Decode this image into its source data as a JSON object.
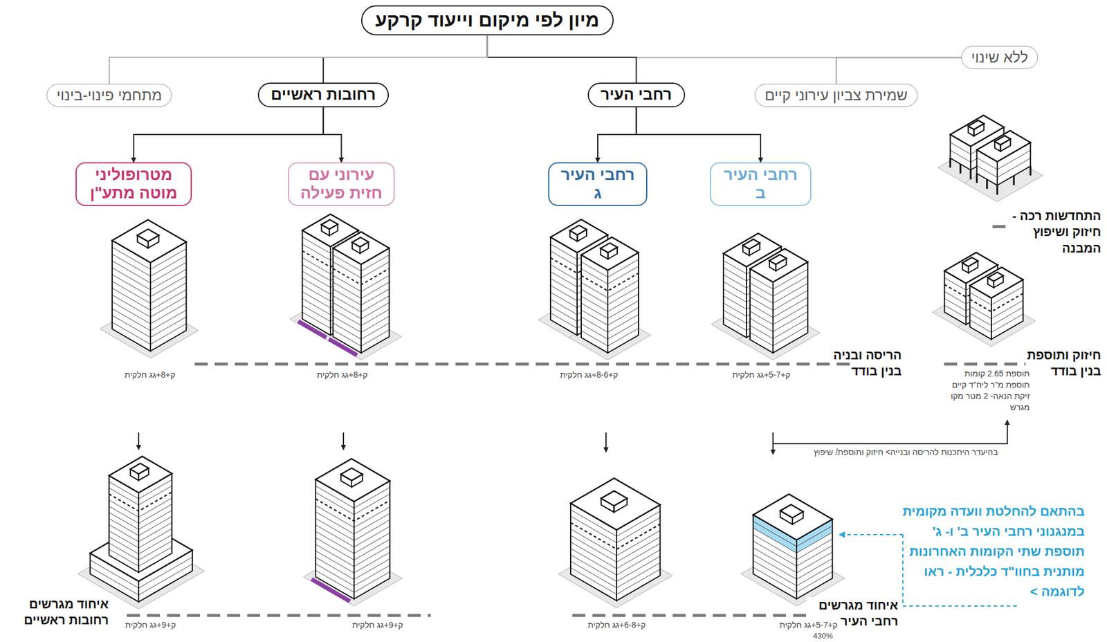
{
  "diagram": {
    "nodes": [
      {
        "text": [
          "מיון לפי מיקום וייעוד קרקע"
        ]
      },
      {
        "text": [
          "ללא שינוי"
        ]
      },
      {
        "text": [
          "שמירת צביון עירוני קיים"
        ]
      },
      {
        "text": [
          "רחבי העיר"
        ]
      },
      {
        "text": [
          "רחובות ראשיים"
        ]
      },
      {
        "text": [
          "מתחמי פינוי-בינוי"
        ]
      },
      {
        "text": [
          "רחבי העיר ב"
        ]
      },
      {
        "text": [
          "רחבי העיר ג"
        ]
      },
      {
        "text": [
          "עירוני עם חזית פעילה"
        ]
      },
      {
        "text": [
          "מטרופוליני מוטה מתע\"ן"
        ]
      }
    ],
    "edges": [
      {
        "from": 0,
        "to": 1,
        "arrow": "none"
      },
      {
        "from": 1,
        "to": 2,
        "arrow": "none"
      },
      {
        "from": 0,
        "to": 3,
        "arrow": "none"
      },
      {
        "from": 0,
        "to": 4,
        "arrow": "none"
      },
      {
        "from": 0,
        "to": 5,
        "arrow": "none"
      },
      {
        "from": 3,
        "to": 6,
        "arrow": "to"
      },
      {
        "from": 3,
        "to": 7,
        "arrow": "to"
      },
      {
        "from": 4,
        "to": 8,
        "arrow": "to"
      },
      {
        "from": 4,
        "to": 9,
        "arrow": "to"
      }
    ],
    "labels": [
      "התחדשות רכה -חיזוק ושיפוץ המבנה",
      "חיזוק ותוספת בנין בודד",
      "תוספת 2.65 קומות תוספת מ\"ר ליח\"ד קיים זיקת הנאה- 2 מטר מקו מגרש",
      "הריסה ובניה בנין בודד",
      "ק+5-7+גג חלקית",
      "ק+8-6+גג חלקית",
      "ק+8+גג חלקית",
      "ק+8+גג חלקית",
      "בהיעדר היתכנות להריסה ובנייה> חיזוק ותוספת/ שיפוץ",
      "בהתאם להחלטת וועדה מקומית במנגנוני רחבי העיר ב' ו- ג' תוספת שתי הקומות האחרונות מותנית בחוו\"ד כלכלית - ראו לדוגמה >",
      "איחוד מגרשים רחבי העיר",
      "ק+5-7+גג חלקית",
      "430%",
      "ק+6-8+גג חלקית",
      "ק+9+גג חלקית",
      "ק+9+גג חלקית",
      "איחוד מגרשים רחובות ראשיים"
    ]
  }
}
